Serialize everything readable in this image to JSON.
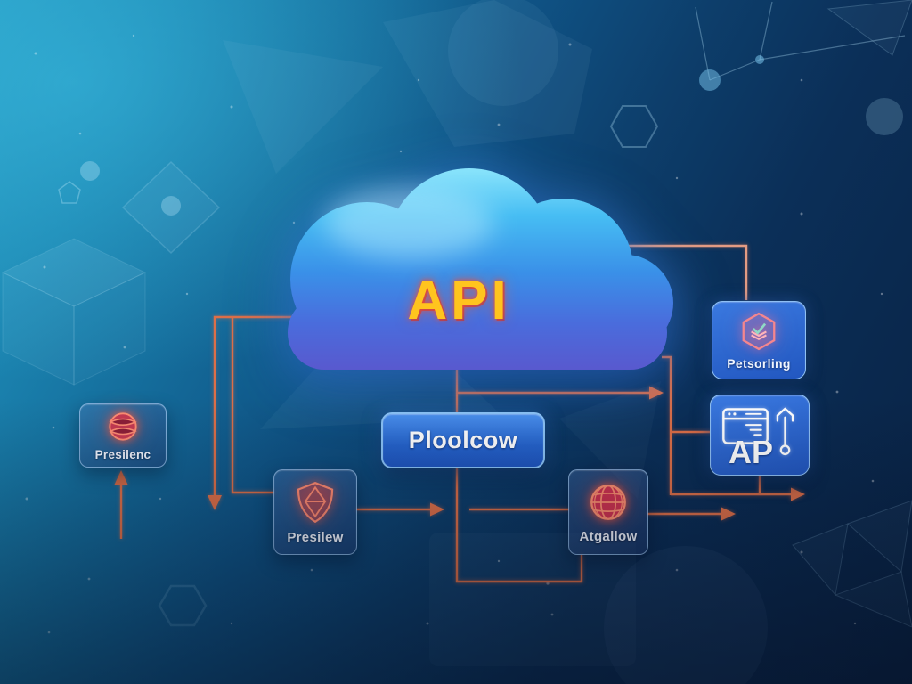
{
  "cloud": {
    "title": "API"
  },
  "nodes": {
    "presilenc": {
      "label": "Presilenc",
      "icon": "sphere-icon"
    },
    "presilew": {
      "label": "Presilew",
      "icon": "shield-icon"
    },
    "atgallow": {
      "label": "Atgallow",
      "icon": "globe-icon"
    },
    "petsorling": {
      "label": "Petsorling",
      "icon": "hexagon-check-icon"
    },
    "ap": {
      "label": "AP",
      "icons": [
        "browser-window-icon",
        "upload-pin-icon"
      ]
    },
    "ploolcow": {
      "label": "Ploolcow"
    }
  },
  "colors": {
    "connector": "#dd6f48",
    "connector_light": "#e49b83",
    "cloud_top": "#86e2fb",
    "cloud_bottom": "#5a57cd",
    "cloud_title_text": "#ffc41e",
    "neon_icon": "#ff8d73",
    "node_border": "#9cc6f2",
    "bright_node_fill": "#2f6ad4",
    "background_top_left": "#2f9fc0",
    "background_bottom_right": "#0a2447"
  }
}
